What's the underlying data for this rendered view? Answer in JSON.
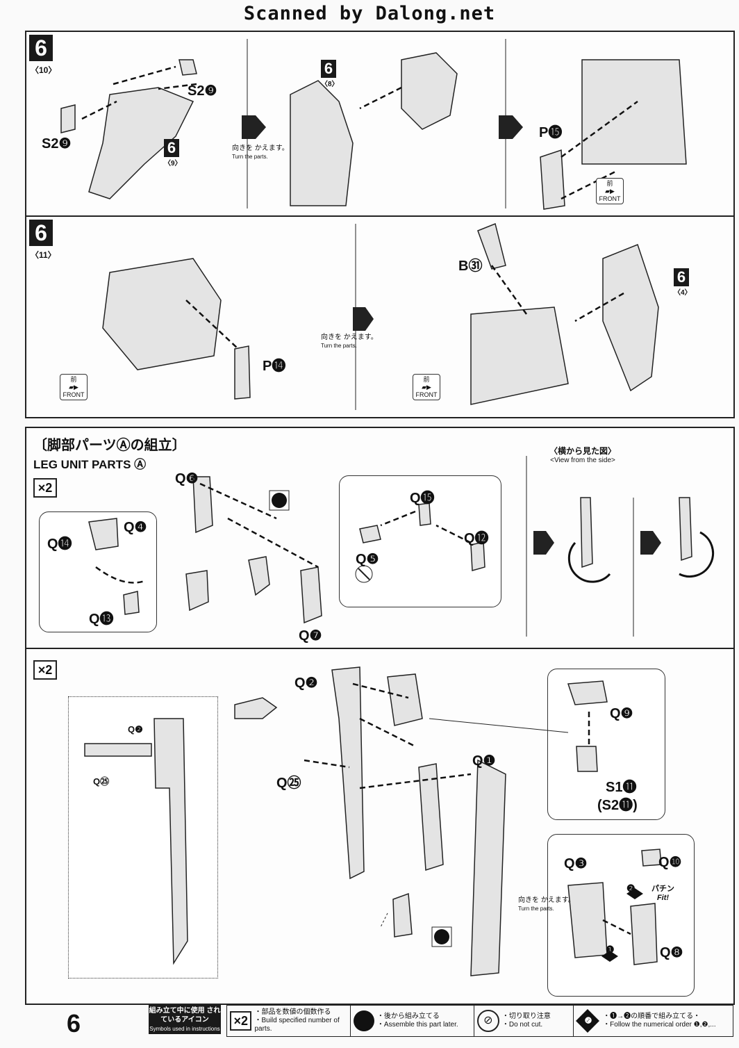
{
  "header": "Scanned by Dalong.net",
  "step_panel_1": {
    "step": "6",
    "sub": "〈10〉",
    "labels": [
      "S2❾",
      "S2❾",
      "6",
      "〈9〉",
      "6",
      "〈8〉",
      "P⓯"
    ],
    "turn_ja": "向きを かえます。",
    "turn_en": "Turn the parts.",
    "front_ja": "前",
    "front_en": "FRONT"
  },
  "step_panel_2": {
    "step": "6",
    "sub": "〈11〉",
    "labels": [
      "P⓮",
      "B㉛",
      "6",
      "〈4〉"
    ],
    "turn_ja": "向きを かえます。",
    "turn_en": "Turn the parts.",
    "front_ja": "前",
    "front_en": "FRONT"
  },
  "leg_section": {
    "title_ja": "〔脚部パーツⒶの組立〕",
    "title_en": "LEG UNIT PARTS Ⓐ",
    "multiplier": "×2",
    "side_view_ja": "〈横から見た図〉",
    "side_view_en": "<View from the side>",
    "labels": [
      "Q❻",
      "Q❹",
      "Q⓮",
      "Q⓭",
      "Q❼",
      "Q⓯",
      "Q⓬",
      "Q❺"
    ]
  },
  "bottom_section": {
    "multiplier": "×2",
    "labels": [
      "Q❷",
      "Q❷",
      "Q㉕",
      "Q㉕",
      "Q❶",
      "Q❾",
      "S1⓫",
      "(S2⓫)",
      "Q❸",
      "Q❿",
      "Q❽",
      "❷",
      "❶"
    ],
    "fit_ja": "パチン",
    "fit_en": "Fit!",
    "turn_ja": "向きを かえます。",
    "turn_en": "Turn the parts."
  },
  "footer": {
    "page_number": "6",
    "symbols_ja": "組み立て中に使用 されているアイコン",
    "symbols_en": "Symbols used in instructions",
    "legend": [
      {
        "icon": "×2",
        "ja": "・部品を数値の個数作る",
        "en": "・Build specified number of parts."
      },
      {
        "icon": "circle",
        "ja": "・後から組み立てる",
        "en": "・Assemble this part later."
      },
      {
        "icon": "no-cut",
        "ja": "・切り取り注意",
        "en": "・Do not cut."
      },
      {
        "icon": "❶",
        "ja": "・❶→❷の順番で組み立てる・",
        "en": "・Follow the numerical order ❶,❷,..."
      }
    ]
  }
}
